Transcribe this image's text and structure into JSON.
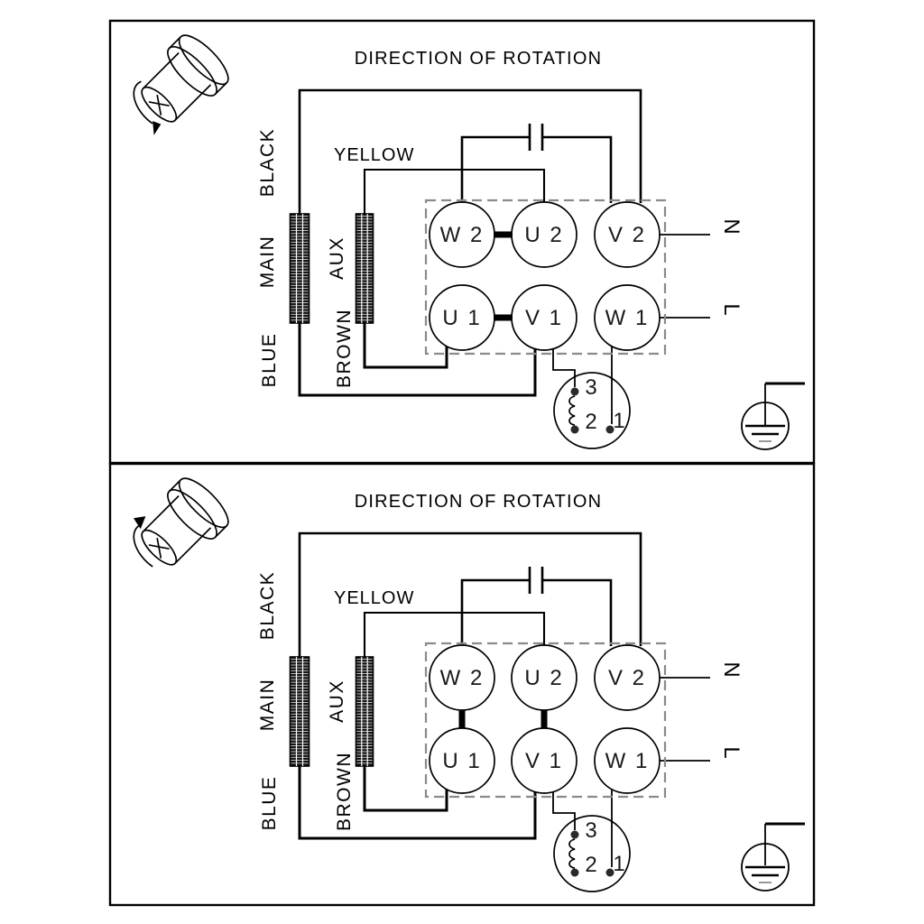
{
  "panels": [
    {
      "title": "DIRECTION OF ROTATION",
      "motor_icon": "motor-rotation-ccw-icon",
      "rotation": "counter-clockwise",
      "labels": {
        "black": "BLACK",
        "yellow": "YELLOW",
        "main": "MAIN",
        "aux": "AUX",
        "blue": "BLUE",
        "brown": "BROWN"
      },
      "terminals": {
        "row1": [
          "W 2",
          "U 2",
          "V 2"
        ],
        "row2": [
          "U 1",
          "V 1",
          "W 1"
        ]
      },
      "links": [
        "W2-U2",
        "U1-V1"
      ],
      "supply": {
        "neutral": "N",
        "line": "L"
      },
      "switch_terminals": [
        "3",
        "2",
        "1"
      ]
    },
    {
      "title": "DIRECTION OF ROTATION",
      "motor_icon": "motor-rotation-cw-icon",
      "rotation": "clockwise",
      "labels": {
        "black": "BLACK",
        "yellow": "YELLOW",
        "main": "MAIN",
        "aux": "AUX",
        "blue": "BLUE",
        "brown": "BROWN"
      },
      "terminals": {
        "row1": [
          "W 2",
          "U 2",
          "V 2"
        ],
        "row2": [
          "U 1",
          "V 1",
          "W 1"
        ]
      },
      "links": [
        "W2-U1",
        "U2-V1"
      ],
      "supply": {
        "neutral": "N",
        "line": "L"
      },
      "switch_terminals": [
        "3",
        "2",
        "1"
      ]
    }
  ],
  "colors": {
    "line": "#000000",
    "dashed_box": "#8a8a8a",
    "background": "#ffffff"
  }
}
